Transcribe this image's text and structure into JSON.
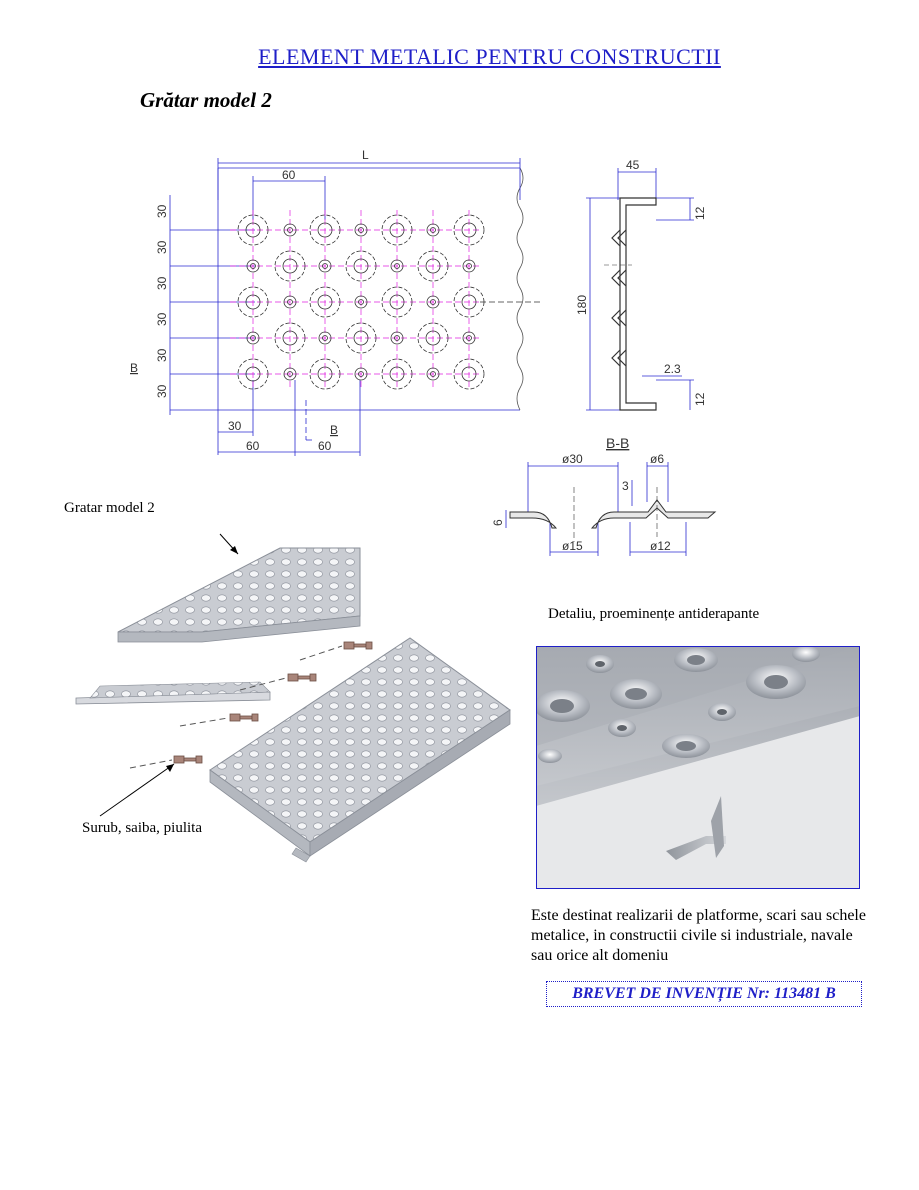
{
  "header": {
    "title": "ELEMENT METALIC PENTRU CONSTRUCTII",
    "subtitle": "Grătar model 2"
  },
  "drawing": {
    "plan": {
      "length_label": "L",
      "pitch_top": "60",
      "row_spacings": [
        "30",
        "30",
        "30",
        "30",
        "30",
        "30"
      ],
      "section_mark": "B",
      "bottom_dims": [
        "30",
        "60",
        "60"
      ]
    },
    "profile": {
      "width": "45",
      "height": "180",
      "flange_top": "12",
      "flange_bottom": "12",
      "thickness": "2.3"
    },
    "section": {
      "name": "B-B",
      "large_diameter": "ø30",
      "large_hole": "ø15",
      "small_diameter": "ø6",
      "small_base": "ø12",
      "small_height": "3",
      "large_depth": "6"
    }
  },
  "exploded_view": {
    "part_label": "Gratar model 2",
    "fastener_label": "Surub, saiba, piulita"
  },
  "detail": {
    "caption": "Detaliu, proeminențe antiderapante"
  },
  "description": "Este destinat realizarii de platforme, scari sau schele metalice, in constructii civile si industriale, navale sau orice alt domeniu",
  "patent": "BREVET DE INVENȚIE Nr: 113481 B",
  "colors": {
    "title": "#1f1fc8",
    "dimension_lines": "#2a2ad0",
    "center_lines": "#e020e0"
  }
}
